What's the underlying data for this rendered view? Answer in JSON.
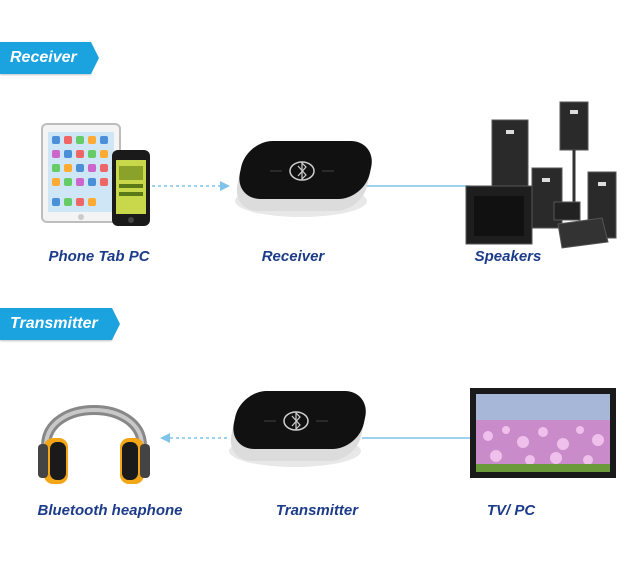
{
  "receiver_section": {
    "badge": "Receiver",
    "captions": {
      "source": "Phone Tab PC",
      "device": "Receiver",
      "output": "Speakers"
    }
  },
  "transmitter_section": {
    "badge": "Transmitter",
    "captions": {
      "output": "Bluetooth heaphone",
      "device": "Transmitter",
      "source": "TV/ PC"
    }
  },
  "colors": {
    "badge_bg": "#1ba3e0",
    "caption_text": "#1c3c8a",
    "connector": "#7fc3e8",
    "device_body": "#111111"
  },
  "icons": [
    "bluetooth-icon",
    "tablet-icon",
    "phone-icon",
    "speakers-icon",
    "headphone-icon",
    "monitor-icon"
  ]
}
